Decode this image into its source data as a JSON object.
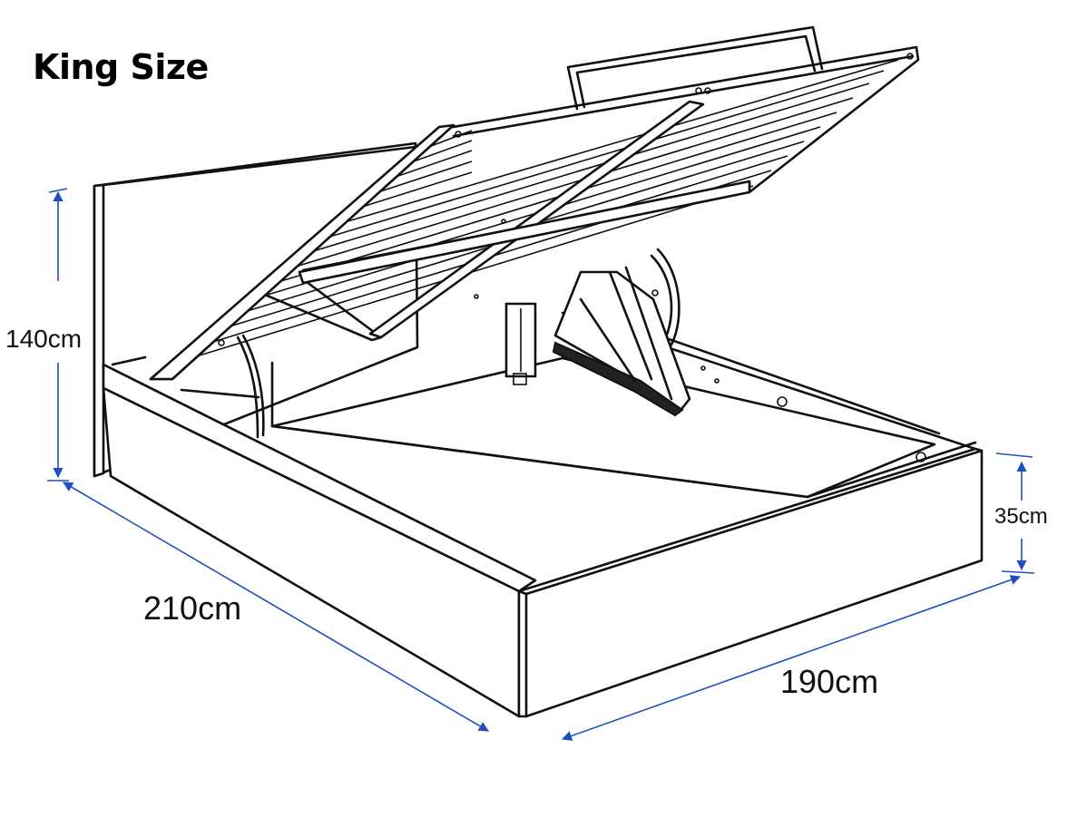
{
  "title": "King Size",
  "dimensions": {
    "height": "140cm",
    "length": "210cm",
    "width": "190cm",
    "base_height": "35cm"
  },
  "colors": {
    "line": "#111111",
    "dimension_arrow": "#1f4fbf",
    "background": "#ffffff"
  }
}
